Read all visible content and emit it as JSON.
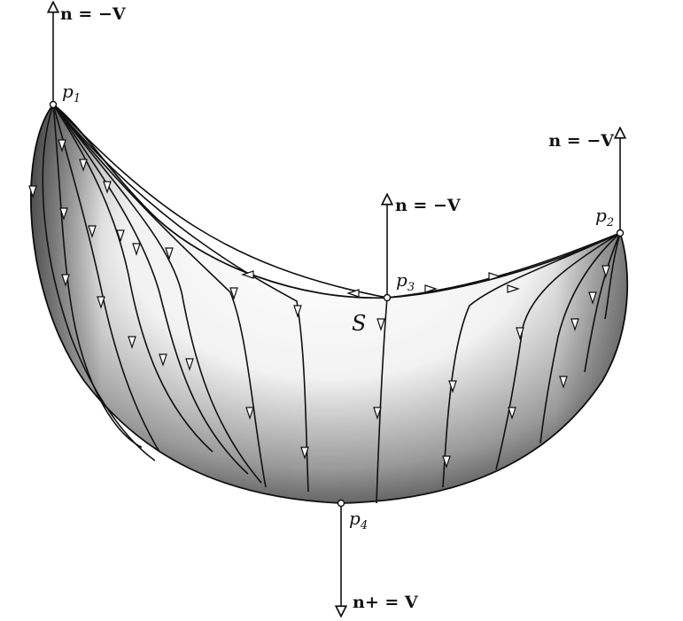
{
  "diagram": {
    "vector_labels": {
      "p1": "n = −V",
      "p2": "n = −V",
      "p3": "n = −V",
      "p4": "n+ = V"
    },
    "points": {
      "p1": {
        "base": "p",
        "sub": "1"
      },
      "p2": {
        "base": "p",
        "sub": "2"
      },
      "p3": {
        "base": "p",
        "sub": "3"
      },
      "p4": {
        "base": "p",
        "sub": "4"
      }
    },
    "surface_label": "S"
  }
}
